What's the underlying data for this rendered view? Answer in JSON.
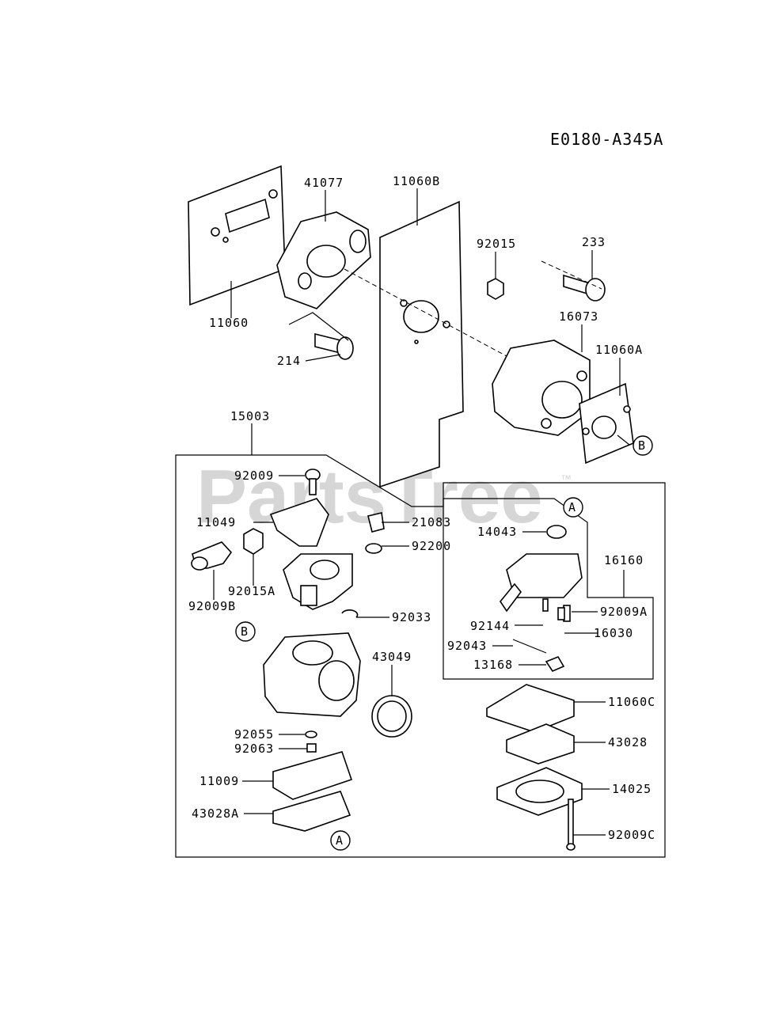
{
  "diagram": {
    "code": "E0180-A345A",
    "watermark": "PartsTree",
    "watermark_tm": "™",
    "refs": {
      "a": "A",
      "b": "B"
    },
    "parts": {
      "p11060": "11060",
      "p41077": "41077",
      "p11060B": "11060B",
      "p92015": "92015",
      "p233": "233",
      "p16073": "16073",
      "p11060A": "11060A",
      "p214": "214",
      "p15003": "15003",
      "p92009": "92009",
      "p11049": "11049",
      "p21083": "21083",
      "p92200": "92200",
      "p92015A": "92015A",
      "p92009B": "92009B",
      "p92033": "92033",
      "p43049": "43049",
      "p92055": "92055",
      "p92063": "92063",
      "p11009": "11009",
      "p43028A": "43028A",
      "p14043": "14043",
      "p16160": "16160",
      "p92009A": "92009A",
      "p92144": "92144",
      "p16030": "16030",
      "p92043": "92043",
      "p13168": "13168",
      "p11060C": "11060C",
      "p43028": "43028",
      "p14025": "14025",
      "p92009C": "92009C"
    }
  }
}
